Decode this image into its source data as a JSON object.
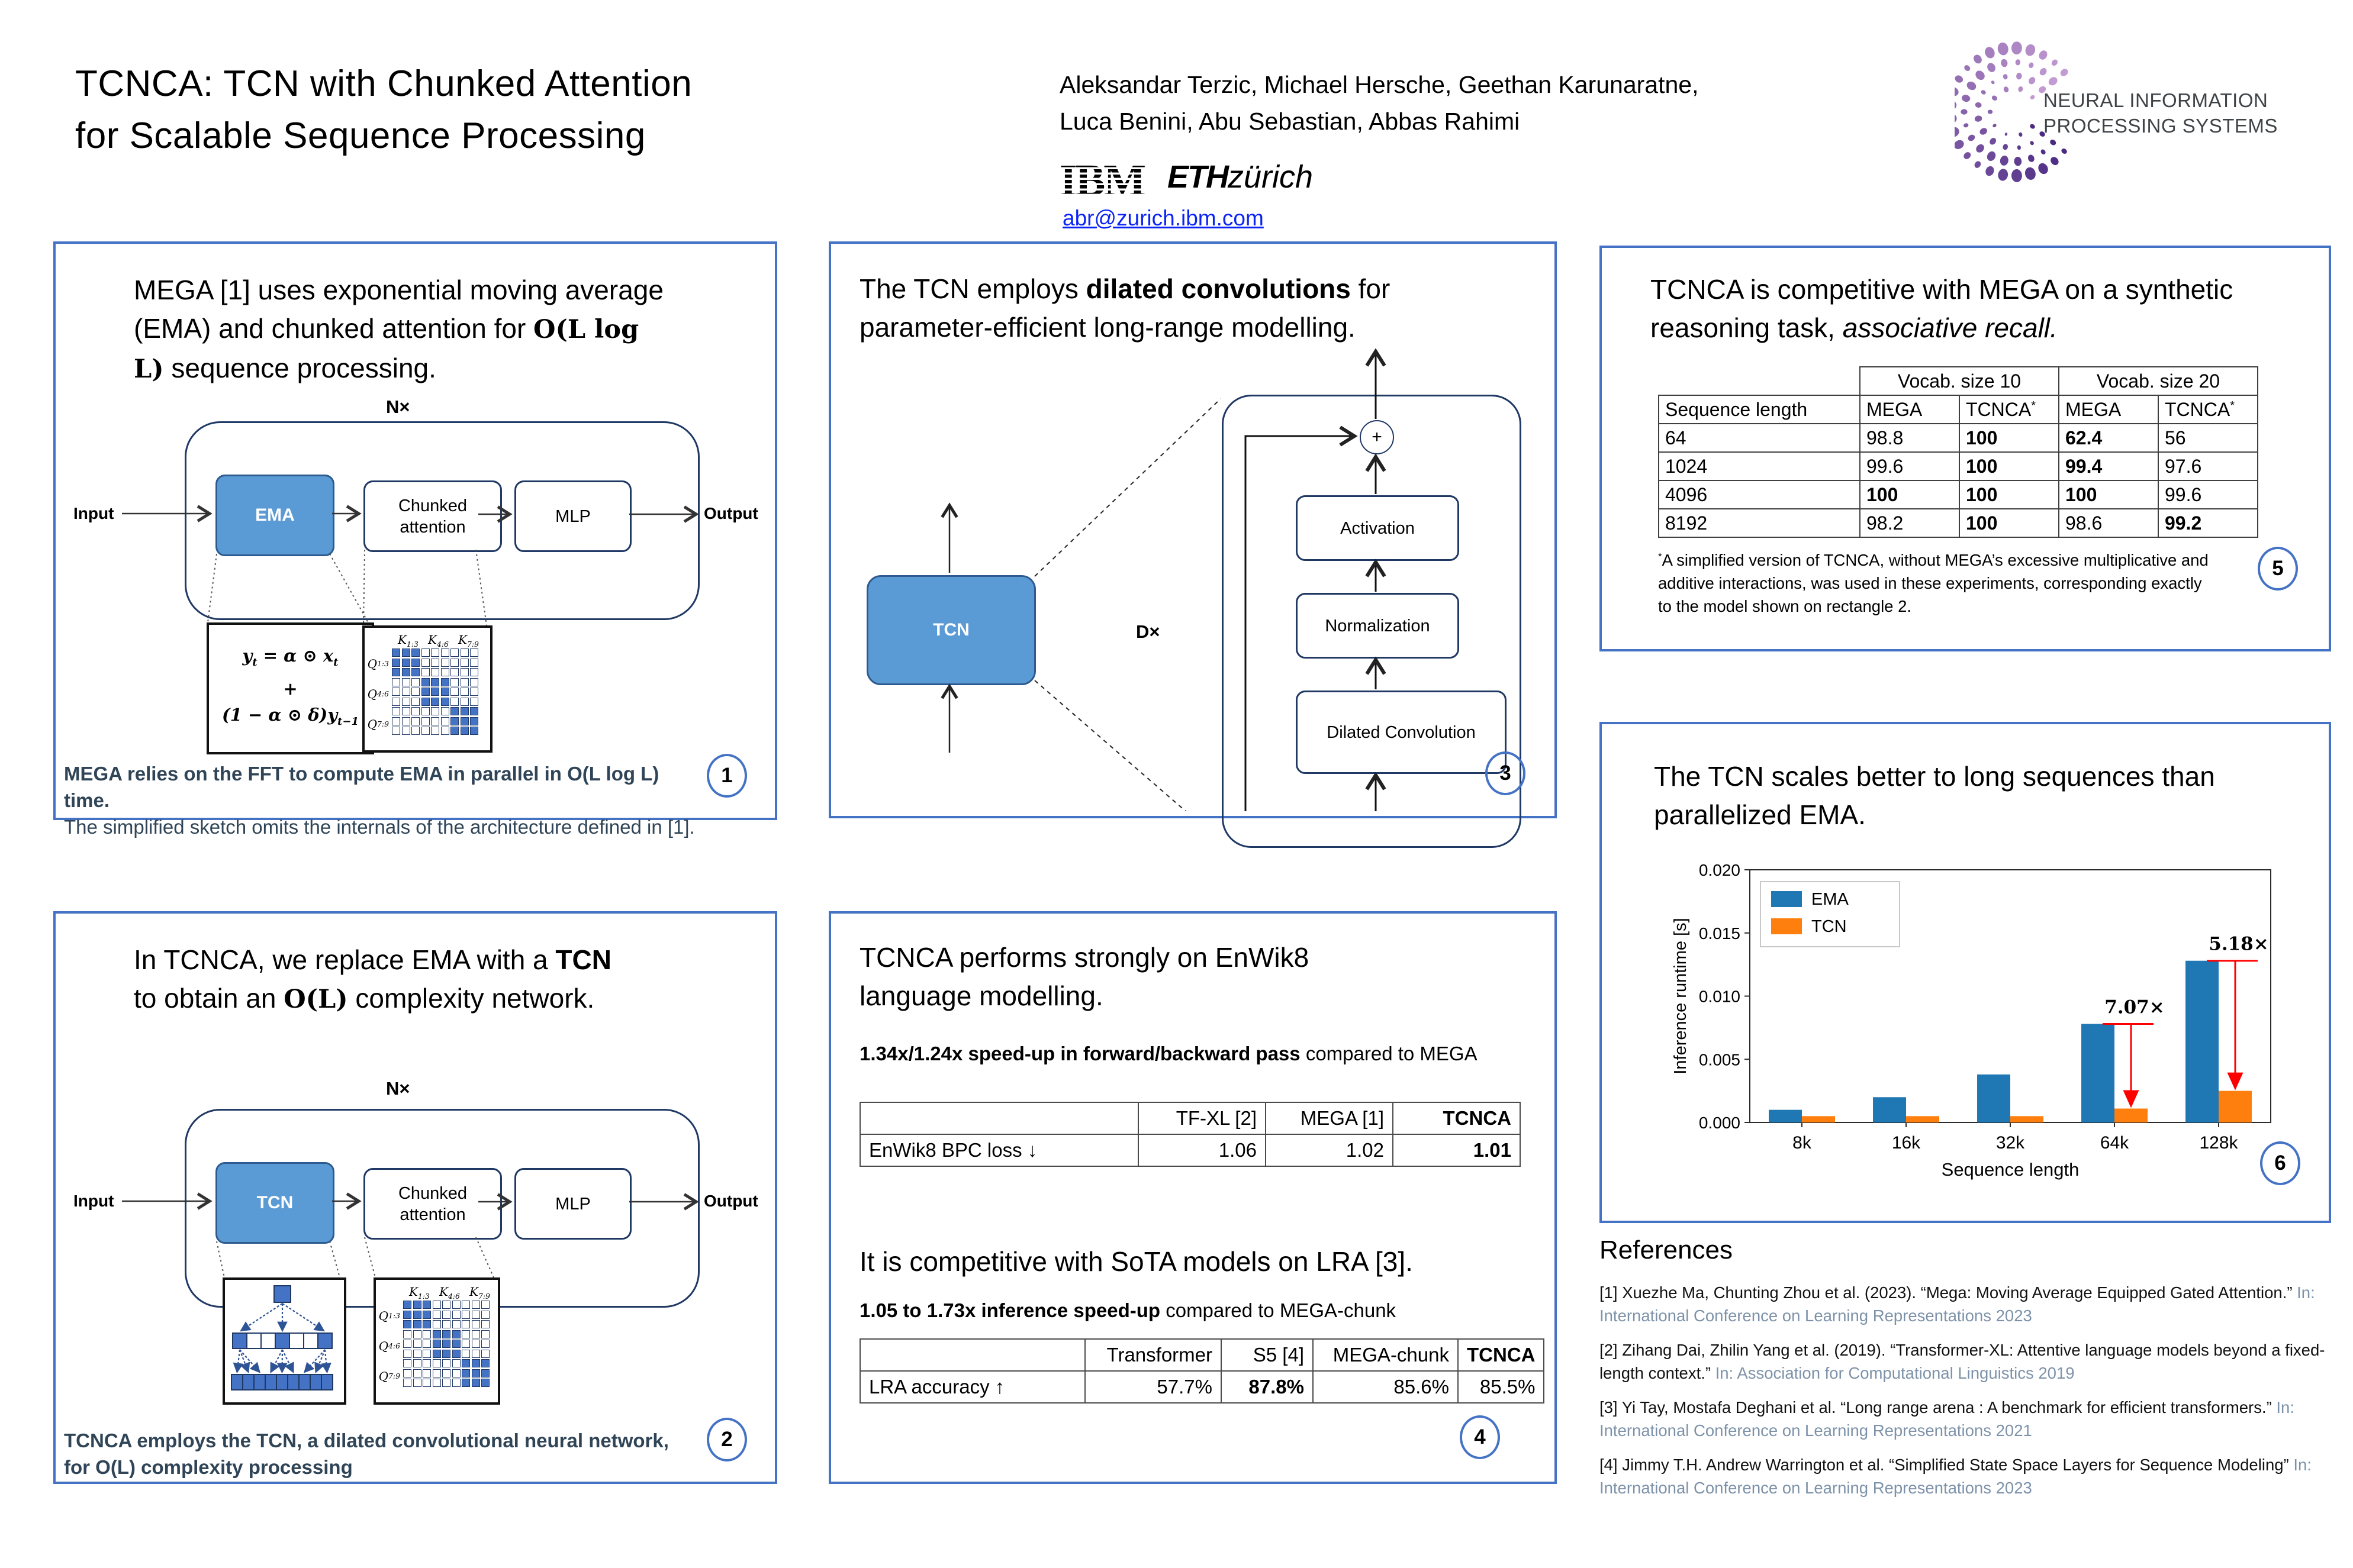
{
  "header": {
    "title_line1": "TCNCA: TCN with Chunked Attention",
    "title_line2": "for Scalable Sequence Processing",
    "authors_line1": "Aleksandar Terzic, Michael Hersche, Geethan Karunaratne,",
    "authors_line2": "Luca Benini, Abu Sebastian, Abbas Rahimi",
    "email": "abr@zurich.ibm.com",
    "ibm_logo": "IBM",
    "eth_logo_bold": "ETH",
    "eth_logo_light": "zürich",
    "neurips_line1": "NEURAL INFORMATION",
    "neurips_line2": "PROCESSING SYSTEMS",
    "accent_color": "#4472C4",
    "neurips_purple_dark": "#4B2A82",
    "neurips_purple_light": "#C39BD3"
  },
  "attention_matrix": {
    "k_labels": [
      "K_[1:3]",
      "K_[4:6]",
      "K_[7:9]"
    ],
    "q_labels": [
      "Q_[1:3]",
      "Q_[4:6]",
      "Q_[7:9]"
    ]
  },
  "panel1": {
    "number": "1",
    "heading_pre": "MEGA [1] uses exponential moving average (EMA) and chunked attention for ",
    "heading_math": "O(L log L)",
    "heading_post": " sequence processing.",
    "n_label": "N×",
    "input": "Input",
    "output": "Output",
    "ema": "EMA",
    "chunked": "Chunked attention",
    "mlp": "MLP",
    "formula_line1": "y_[t] = α ⊙ x_[t]",
    "formula_line2": "+",
    "formula_line3": "(1 − α ⊙ δ)y_[t−1]",
    "caption_bold": "MEGA relies on the FFT to compute EMA in parallel in O(L log L) time.",
    "caption_regular": "The simplified sketch omits the internals of the architecture defined in [1]."
  },
  "panel2": {
    "number": "2",
    "heading_pre": "In TCNCA, we replace EMA with a ",
    "heading_bold": "TCN",
    "heading_mid": " to obtain an ",
    "heading_math": "O(L)",
    "heading_post": " complexity network.",
    "n_label": "N×",
    "input": "Input",
    "output": "Output",
    "tcn": "TCN",
    "chunked": "Chunked attention",
    "mlp": "MLP",
    "caption_line1": "TCNCA employs the TCN, a dilated convolutional neural network,",
    "caption_line2": "for O(L) complexity processing"
  },
  "panel3": {
    "number": "3",
    "heading_pre": "The TCN employs ",
    "heading_bold": "dilated convolutions",
    "heading_post": " for parameter-efficient long-range modelling.",
    "tcn": "TCN",
    "d_label": "D×",
    "plus": "+",
    "activation": "Activation",
    "normalization": "Normalization",
    "dilated_convolution": "Dilated Convolution"
  },
  "panel4": {
    "number": "4",
    "heading1": "TCNCA performs strongly on EnWik8 language modelling.",
    "sub1_bold": "1.34x/1.24x speed-up in forward/backward pass",
    "sub1_rest": " compared to MEGA",
    "table1": {
      "columns": [
        "",
        "TF-XL [2]",
        "MEGA [1]",
        "TCNCA"
      ],
      "col_bold": [
        false,
        false,
        false,
        true
      ],
      "rows": [
        {
          "label": "EnWik8 BPC loss ↓",
          "values": [
            "1.06",
            "1.02",
            "1.01"
          ],
          "bold": [
            false,
            false,
            true
          ]
        }
      ]
    },
    "heading2": "It is competitive with SoTA models on LRA [3].",
    "sub2_bold": "1.05 to 1.73x inference speed-up",
    "sub2_rest": " compared to MEGA-chunk",
    "table2": {
      "columns": [
        "",
        "Transformer",
        "S5 [4]",
        "MEGA-chunk",
        "TCNCA"
      ],
      "col_bold": [
        false,
        false,
        false,
        false,
        true
      ],
      "rows": [
        {
          "label": "LRA accuracy ↑",
          "values": [
            "57.7%",
            "87.8%",
            "85.6%",
            "85.5%"
          ],
          "bold": [
            false,
            true,
            false,
            false
          ]
        }
      ]
    }
  },
  "panel5": {
    "number": "5",
    "heading_pre": "TCNCA is competitive with MEGA on a synthetic reasoning task, ",
    "heading_italic": "associative recall.",
    "table": {
      "group_headers": [
        "Vocab. size 10",
        "Vocab. size 20"
      ],
      "columns": [
        "Sequence length",
        "MEGA",
        "TCNCA^[*]",
        "MEGA",
        "TCNCA^[*]"
      ],
      "rows": [
        {
          "cells": [
            "64",
            "98.8",
            "100",
            "62.4",
            "56"
          ],
          "bold": [
            false,
            false,
            true,
            true,
            false
          ]
        },
        {
          "cells": [
            "1024",
            "99.6",
            "100",
            "99.4",
            "97.6"
          ],
          "bold": [
            false,
            false,
            true,
            true,
            false
          ]
        },
        {
          "cells": [
            "4096",
            "100",
            "100",
            "100",
            "99.6"
          ],
          "bold": [
            false,
            true,
            true,
            true,
            false
          ]
        },
        {
          "cells": [
            "8192",
            "98.2",
            "100",
            "98.6",
            "99.2"
          ],
          "bold": [
            false,
            false,
            true,
            false,
            true
          ]
        }
      ]
    },
    "footnote": "^[*]A simplified version of TCNCA, without MEGA’s excessive multiplicative and additive interactions, was used in these experiments, corresponding exactly to the model shown on rectangle 2."
  },
  "panel6": {
    "number": "6",
    "heading": "The TCN scales better to long sequences than parallelized EMA."
  },
  "chart_data": {
    "type": "bar",
    "categories": [
      "8k",
      "16k",
      "32k",
      "64k",
      "128k"
    ],
    "series": [
      {
        "name": "EMA",
        "color": "#1f77b4",
        "values": [
          0.001,
          0.002,
          0.0038,
          0.0078,
          0.0128
        ]
      },
      {
        "name": "TCN",
        "color": "#ff7f0e",
        "values": [
          0.0005,
          0.0005,
          0.0005,
          0.0011,
          0.0025
        ]
      }
    ],
    "title": "",
    "xlabel": "Sequence length",
    "ylabel": "Inference runtime [s]",
    "ylim": [
      0,
      0.02
    ],
    "yticks": [
      0,
      0.005,
      0.01,
      0.015,
      0.02
    ],
    "legend_position": "top-left",
    "grid": false,
    "annotations": [
      {
        "category": "64k",
        "label": "7.07×",
        "color": "#ff0000"
      },
      {
        "category": "128k",
        "label": "5.18×",
        "color": "#ff0000"
      }
    ]
  },
  "references": {
    "heading": "References",
    "items": [
      {
        "text": "[1] Xuezhe Ma, Chunting Zhou et al. (2023). “Mega: Moving Average Equipped Gated Attention.” ",
        "venue": "In: International Conference on Learning Representations 2023"
      },
      {
        "text": "[2] Zihang Dai, Zhilin Yang et al. (2019). “Transformer-XL: Attentive language models beyond a fixed-length context.” ",
        "venue": "In: Association for Computational Linguistics 2019"
      },
      {
        "text": "[3] Yi Tay, Mostafa Deghani et al. “Long range arena : A benchmark for efficient transformers.” ",
        "venue": "In: International Conference on Learning Representations 2021"
      },
      {
        "text": "[4] Jimmy T.H. Andrew Warrington et al. “Simplified State Space Layers for Sequence Modeling” ",
        "venue": "In: International Conference on Learning Representations 2023"
      }
    ]
  }
}
